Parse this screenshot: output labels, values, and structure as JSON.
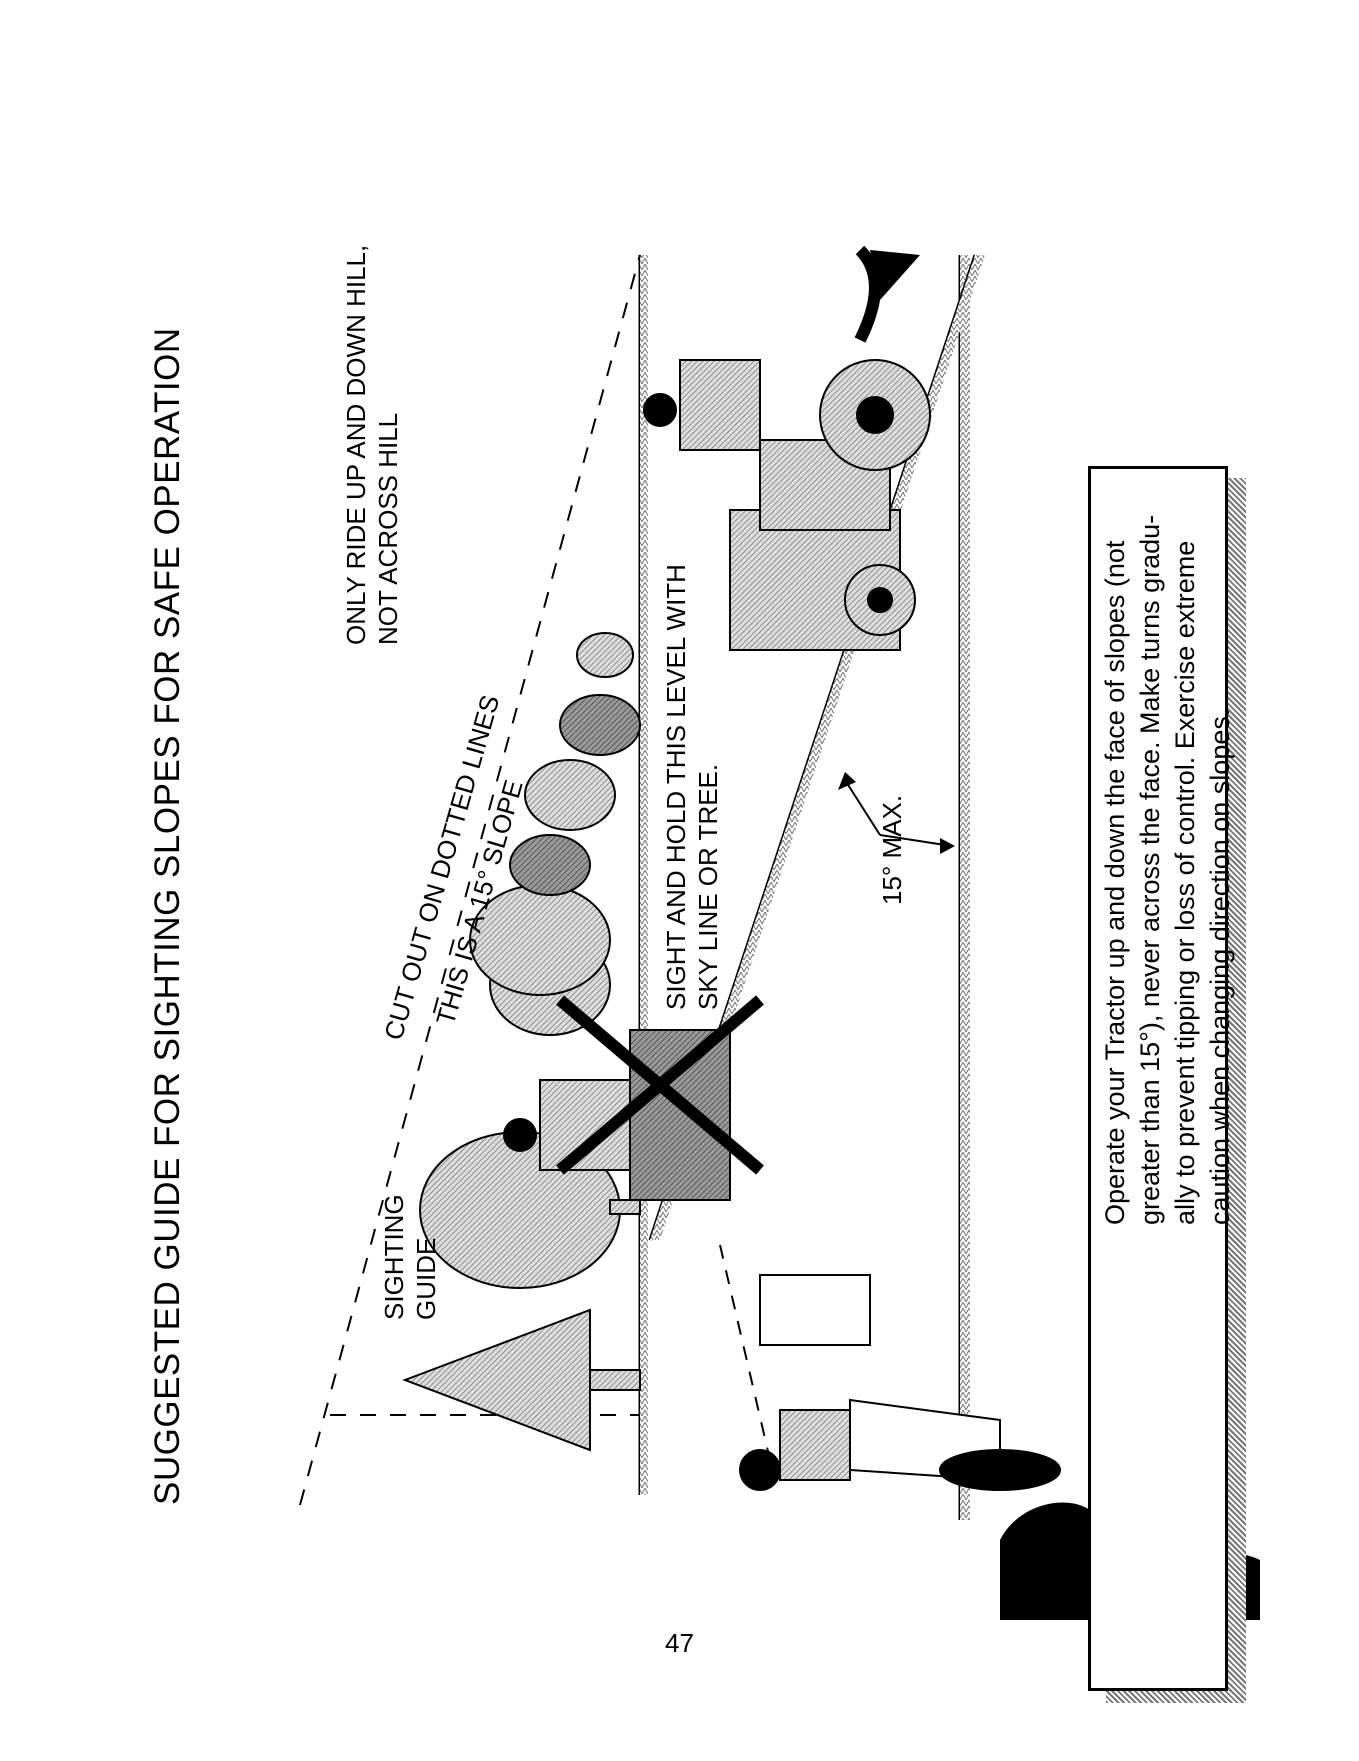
{
  "title": "SUGGESTED GUIDE FOR SIGHTING SLOPES FOR SAFE OPERATION",
  "labels": {
    "sighting_guide": [
      "SIGHTING",
      "GUIDE"
    ],
    "cut_out": "CUT OUT ON DOTTED LINES",
    "this_is": "THIS IS A 15° SLOPE",
    "ride": [
      "ONLY RIDE UP AND DOWN HILL,",
      "NOT ACROSS HILL"
    ],
    "sight_hold": [
      "SIGHT AND HOLD THIS LEVEL WITH",
      "SKY LINE OR TREE."
    ],
    "max": "15° MAX."
  },
  "warning": {
    "icon": "warning-triangle-icon",
    "lines": [
      "Operate your Tractor up and down the face of slopes (not",
      "greater than 15°), never across the face. Make turns gradu-",
      "ally to prevent tipping or loss of control. Exercise extreme",
      "caution when changing direction on slopes."
    ]
  },
  "page_number": "47"
}
